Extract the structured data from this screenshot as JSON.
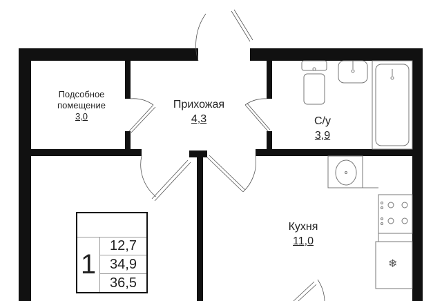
{
  "rooms": [
    {
      "name": "Подсобное помещение",
      "name_line1": "Подсобное",
      "name_line2": "помещение",
      "area": "3,0"
    },
    {
      "name": "Прихожая",
      "area": "4,3"
    },
    {
      "name": "С/у",
      "area": "3,9"
    },
    {
      "name": "Кухня",
      "area": "11,0"
    }
  ],
  "legend": {
    "rooms_count": "1",
    "living_area": "12,7",
    "total_area": "34,9",
    "total_area_with_balcony": "36,5"
  },
  "icons": {
    "fridge": "snowflake-icon"
  }
}
